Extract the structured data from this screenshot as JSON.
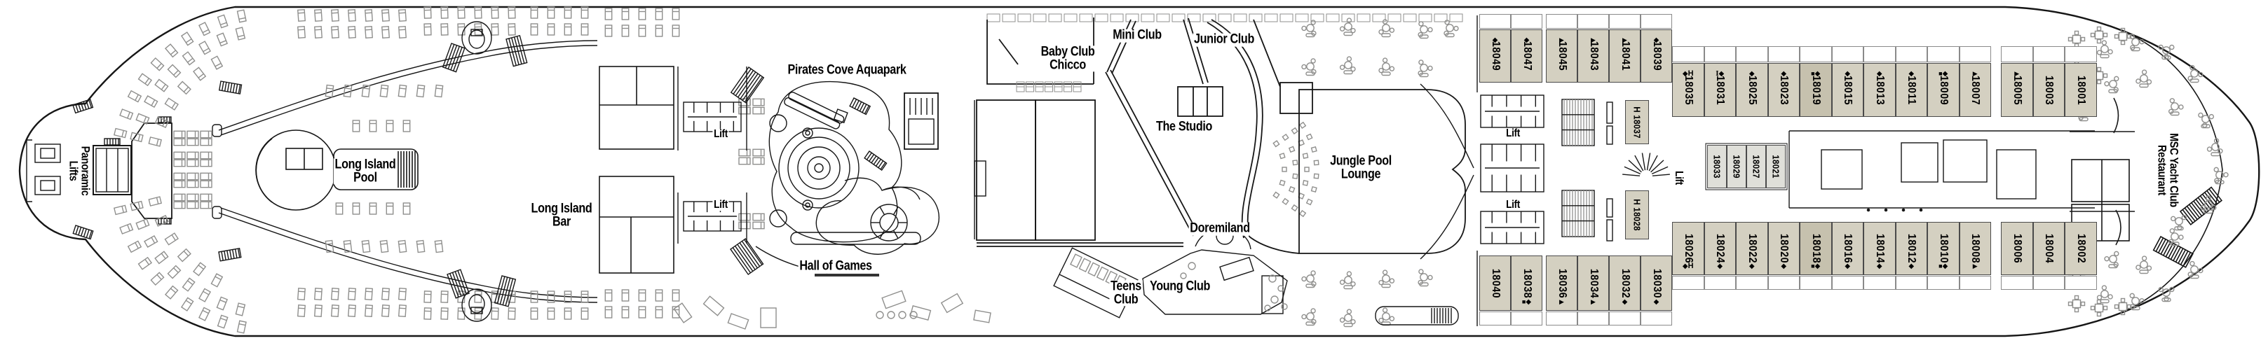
{
  "deck": {
    "areas": {
      "panoramic_lifts": {
        "lines": [
          "Panoramic",
          "Lifts"
        ]
      },
      "long_island_pool": {
        "lines": [
          "Long Island",
          "Pool"
        ]
      },
      "long_island_bar": {
        "lines": [
          "Long Island",
          "Bar"
        ]
      },
      "lift": {
        "lines": [
          "Lift"
        ]
      },
      "pirates_cove_aquapark": {
        "lines": [
          "Pirates Cove Aquapark"
        ]
      },
      "hall_of_games": {
        "lines": [
          "Hall of Games"
        ]
      },
      "baby_club_chicco": {
        "lines": [
          "Baby Club",
          "Chicco"
        ]
      },
      "mini_club": {
        "lines": [
          "Mini Club"
        ]
      },
      "junior_club": {
        "lines": [
          "Junior Club"
        ]
      },
      "the_studio": {
        "lines": [
          "The Studio"
        ]
      },
      "doremiland": {
        "lines": [
          "Doremiland"
        ]
      },
      "teens_club": {
        "lines": [
          "Teens",
          "Club"
        ]
      },
      "young_club": {
        "lines": [
          "Young Club"
        ]
      },
      "jungle_pool_lounge": {
        "lines": [
          "Jungle Pool",
          "Lounge"
        ]
      },
      "msc_yacht_club_restaurant": {
        "lines": [
          "MSC Yacht Club",
          "Restaurant"
        ]
      }
    },
    "cabins": {
      "top_aft": [
        {
          "n": "18049",
          "s": "◆"
        },
        {
          "n": "18047",
          "s": "◆"
        },
        {
          "n": "18045",
          "s": "▸"
        },
        {
          "n": "18043",
          "s": "▸"
        },
        {
          "n": "18041",
          "s": "▸"
        },
        {
          "n": "18039",
          "s": "◆"
        }
      ],
      "top_fwd": [
        {
          "n": "18035",
          "s": "◆H"
        },
        {
          "n": "18031",
          "s": "I◆"
        },
        {
          "n": "18025",
          "s": "◆"
        },
        {
          "n": "18023",
          "s": "◆"
        },
        {
          "n": "18019",
          "s": "■◆",
          "dark": true
        },
        {
          "n": "18015",
          "s": "◆"
        },
        {
          "n": "18013",
          "s": "◆"
        },
        {
          "n": "18011",
          "s": "◆"
        },
        {
          "n": "18009",
          "s": "■◆"
        },
        {
          "n": "18007",
          "s": "▸"
        },
        {
          "n": "18005",
          "s": "▸"
        },
        {
          "n": "18003",
          "s": ""
        },
        {
          "n": "18001",
          "s": ""
        }
      ],
      "bottom_aft": [
        {
          "n": "18040",
          "s": ""
        },
        {
          "n": "18038",
          "s": "■◆"
        },
        {
          "n": "18036",
          "s": "▸"
        },
        {
          "n": "18034",
          "s": "▸"
        },
        {
          "n": "18032",
          "s": "◆"
        },
        {
          "n": "18030",
          "s": "◆"
        }
      ],
      "bottom_fwd": [
        {
          "n": "18026",
          "s": "◆H"
        },
        {
          "n": "18024",
          "s": "◆"
        },
        {
          "n": "18022",
          "s": "◆"
        },
        {
          "n": "18020",
          "s": "◆"
        },
        {
          "n": "18018",
          "s": "■◆",
          "dark": true
        },
        {
          "n": "18016",
          "s": "◆"
        },
        {
          "n": "18014",
          "s": "◆"
        },
        {
          "n": "18012",
          "s": "◆"
        },
        {
          "n": "18010",
          "s": "■◆"
        },
        {
          "n": "18008",
          "s": "▸"
        },
        {
          "n": "18006",
          "s": ""
        },
        {
          "n": "18004",
          "s": ""
        },
        {
          "n": "18002",
          "s": ""
        }
      ],
      "inside_upper": [
        {
          "n": "H 18037"
        }
      ],
      "inside_lower": [
        {
          "n": "H 18028"
        }
      ],
      "inside_mid": [
        {
          "n": "18033"
        },
        {
          "n": "18029"
        },
        {
          "n": "18027"
        },
        {
          "n": "18021"
        }
      ]
    },
    "symbols_seen": [
      "◆",
      "■",
      "▸",
      "H",
      "I"
    ],
    "colors": {
      "cabin": "#d4d0c1",
      "cabin_dark": "#c6c1ae",
      "cabin_inside": "#dfdfd9",
      "line": "#161616",
      "furniture": "#8f8f8d"
    }
  }
}
